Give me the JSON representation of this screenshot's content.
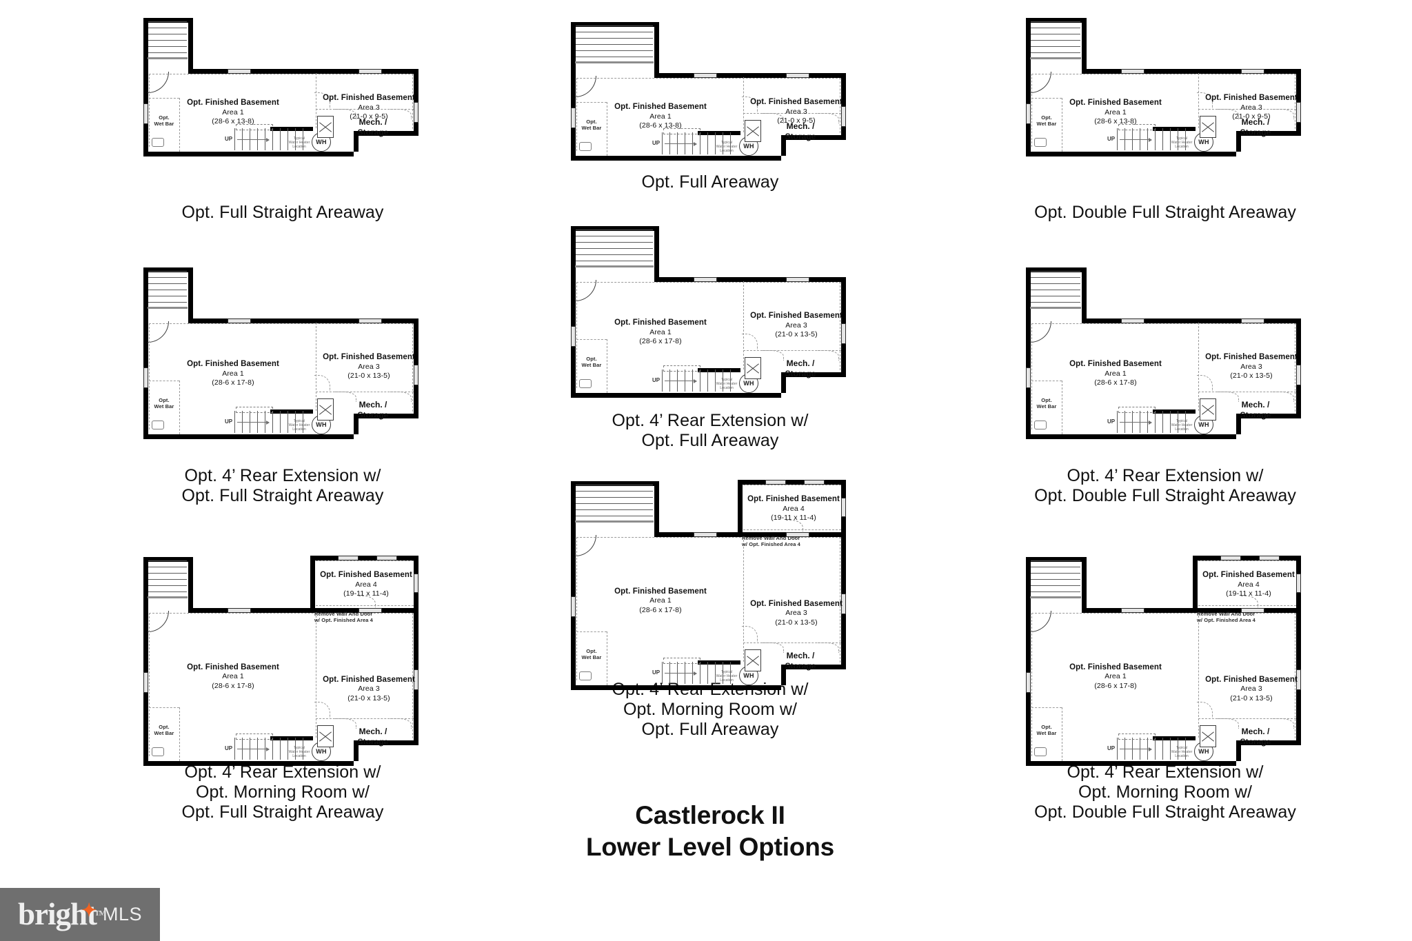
{
  "document": {
    "title_lines": "Castlerock II\nLower Level Options",
    "title_name": "Castlerock II",
    "title_subtitle": "Lower Level Options"
  },
  "watermark": {
    "brand": "bright",
    "suffix": "MLS",
    "trademark": "TM",
    "bg_color": "#6f6f6f",
    "text_color": "#efefef",
    "accent_color": "#f26322"
  },
  "shared_labels": {
    "finished_basement": "Opt. Finished Basement",
    "mech_storage": "Mech. /\nStorage",
    "wet_bar": "Opt.\nWet Bar",
    "water_heater": "WH",
    "up": "UP",
    "remove_wall": "Remove Wall And Door\nw/ Opt. Finished Area 4",
    "water_heater_note": "Typical\nWater Heater\nLocation"
  },
  "rooms": {
    "area1_base": {
      "name": "Area 1",
      "dims": "(28-6 x 13-8)"
    },
    "area1_ext": {
      "name": "Area 1",
      "dims": "(28-6 x 17-8)"
    },
    "area3_base": {
      "name": "Area 3",
      "dims": "(21-0 x 9-5)"
    },
    "area3_ext": {
      "name": "Area 3",
      "dims": "(21-0 x 13-5)"
    },
    "area4": {
      "name": "Area 4",
      "dims": "(19-11 x 11-4)"
    }
  },
  "plans": [
    {
      "id": "full-straight-areaway",
      "caption": "Opt. Full Straight Areaway",
      "column": "left",
      "variant": "base",
      "areaway": "straight",
      "rear_extension": false,
      "morning_room": false,
      "area1": {
        "label": "Opt. Finished Basement",
        "name": "Area 1",
        "dims": "(28-6 x 13-8)"
      },
      "area3": {
        "label": "Opt. Finished Basement",
        "name": "Area 3",
        "dims": "(21-0 x 9-5)"
      },
      "area4": null
    },
    {
      "id": "rear-ext-full-straight-areaway",
      "caption": "Opt. 4’ Rear Extension w/\nOpt. Full Straight Areaway",
      "column": "left",
      "variant": "extended",
      "areaway": "straight",
      "rear_extension": true,
      "morning_room": false,
      "area1": {
        "label": "Opt. Finished Basement",
        "name": "Area 1",
        "dims": "(28-6 x 17-8)"
      },
      "area3": {
        "label": "Opt. Finished Basement",
        "name": "Area 3",
        "dims": "(21-0 x 13-5)"
      },
      "area4": null
    },
    {
      "id": "rear-ext-morning-room-full-straight-areaway",
      "caption": "Opt. 4’ Rear Extension w/\nOpt. Morning Room w/\nOpt. Full Straight Areaway",
      "column": "left",
      "variant": "morning",
      "areaway": "straight",
      "rear_extension": true,
      "morning_room": true,
      "area1": {
        "label": "Opt. Finished Basement",
        "name": "Area 1",
        "dims": "(28-6 x 17-8)"
      },
      "area3": {
        "label": "Opt. Finished Basement",
        "name": "Area 3",
        "dims": "(21-0 x 13-5)"
      },
      "area4": {
        "label": "Opt. Finished Basement",
        "name": "Area 4",
        "dims": "(19-11 x 11-4)"
      }
    },
    {
      "id": "full-areaway",
      "caption": "Opt. Full Areaway",
      "column": "center",
      "variant": "base",
      "areaway": "full",
      "rear_extension": false,
      "morning_room": false,
      "area1": {
        "label": "Opt. Finished Basement",
        "name": "Area 1",
        "dims": "(28-6 x 13-8)"
      },
      "area3": {
        "label": "Opt. Finished Basement",
        "name": "Area 3",
        "dims": "(21-0 x 9-5)"
      },
      "area4": null
    },
    {
      "id": "rear-ext-full-areaway",
      "caption": "Opt. 4’ Rear Extension w/\nOpt. Full Areaway",
      "column": "center",
      "variant": "extended",
      "areaway": "full",
      "rear_extension": true,
      "morning_room": false,
      "area1": {
        "label": "Opt. Finished Basement",
        "name": "Area 1",
        "dims": "(28-6 x 17-8)"
      },
      "area3": {
        "label": "Opt. Finished Basement",
        "name": "Area 3",
        "dims": "(21-0 x 13-5)"
      },
      "area4": null
    },
    {
      "id": "rear-ext-morning-room-full-areaway",
      "caption": "Opt. 4’ Rear Extension w/\nOpt. Morning Room w/\nOpt. Full Areaway",
      "column": "center",
      "variant": "morning",
      "areaway": "full",
      "rear_extension": true,
      "morning_room": true,
      "area1": {
        "label": "Opt. Finished Basement",
        "name": "Area 1",
        "dims": "(28-6 x 17-8)"
      },
      "area3": {
        "label": "Opt. Finished Basement",
        "name": "Area 3",
        "dims": "(21-0 x 13-5)"
      },
      "area4": {
        "label": "Opt. Finished Basement",
        "name": "Area 4",
        "dims": "(19-11 x 11-4)"
      }
    },
    {
      "id": "double-full-straight-areaway",
      "caption": "Opt. Double Full Straight Areaway",
      "column": "right",
      "variant": "base",
      "areaway": "double-straight",
      "rear_extension": false,
      "morning_room": false,
      "area1": {
        "label": "Opt. Finished Basement",
        "name": "Area 1",
        "dims": "(28-6 x 13-8)"
      },
      "area3": {
        "label": "Opt. Finished Basement",
        "name": "Area 3",
        "dims": "(21-0 x 9-5)"
      },
      "area4": null
    },
    {
      "id": "rear-ext-double-full-straight-areaway",
      "caption": "Opt. 4’ Rear Extension w/\nOpt. Double Full Straight Areaway",
      "column": "right",
      "variant": "extended",
      "areaway": "double-straight",
      "rear_extension": true,
      "morning_room": false,
      "area1": {
        "label": "Opt. Finished Basement",
        "name": "Area 1",
        "dims": "(28-6 x 17-8)"
      },
      "area3": {
        "label": "Opt. Finished Basement",
        "name": "Area 3",
        "dims": "(21-0 x 13-5)"
      },
      "area4": null
    },
    {
      "id": "rear-ext-morning-room-double-full-straight-areaway",
      "caption": "Opt. 4’ Rear Extension w/\nOpt. Morning Room w/\nOpt. Double Full Straight Areaway",
      "column": "right",
      "variant": "morning",
      "areaway": "double-straight",
      "rear_extension": true,
      "morning_room": true,
      "area1": {
        "label": "Opt. Finished Basement",
        "name": "Area 1",
        "dims": "(28-6 x 17-8)"
      },
      "area3": {
        "label": "Opt. Finished Basement",
        "name": "Area 3",
        "dims": "(21-0 x 13-5)"
      },
      "area4": {
        "label": "Opt. Finished Basement",
        "name": "Area 4",
        "dims": "(19-11 x 11-4)"
      }
    }
  ]
}
